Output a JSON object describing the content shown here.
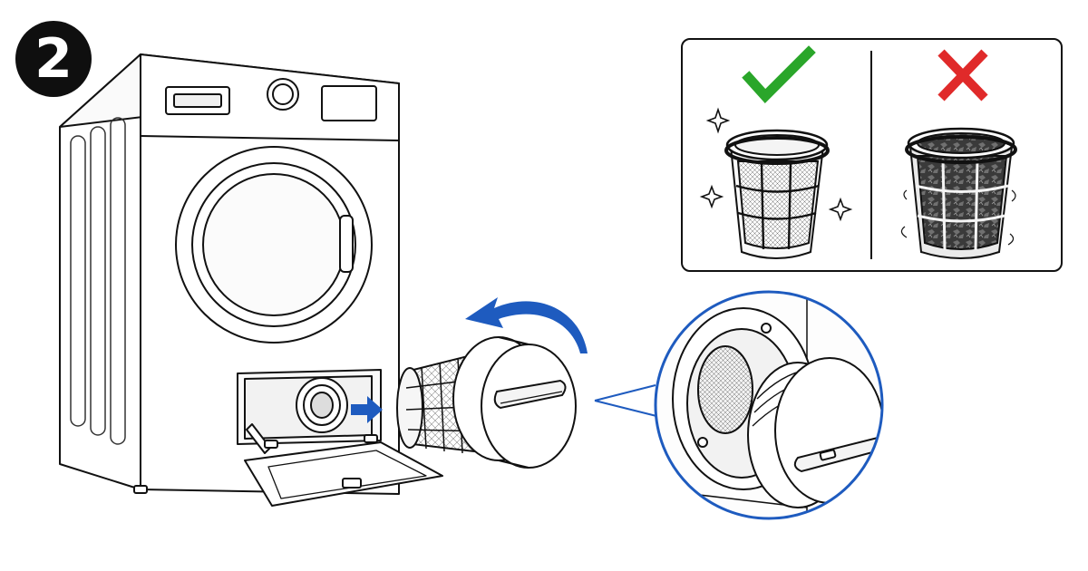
{
  "step": {
    "number": "2"
  },
  "colors": {
    "accent_blue": "#1e5bbf",
    "check_green": "#2aa62a",
    "cross_red": "#e02a2a",
    "ink": "#111111"
  },
  "icons": {
    "correct": "checkmark-icon",
    "incorrect": "cross-icon",
    "rotate": "counterclockwise-arrow-icon",
    "pull": "right-arrow-icon",
    "sparkle": "sparkle-icon"
  },
  "comparison": {
    "left": {
      "state": "clean-filter"
    },
    "right": {
      "state": "clogged-filter"
    }
  }
}
